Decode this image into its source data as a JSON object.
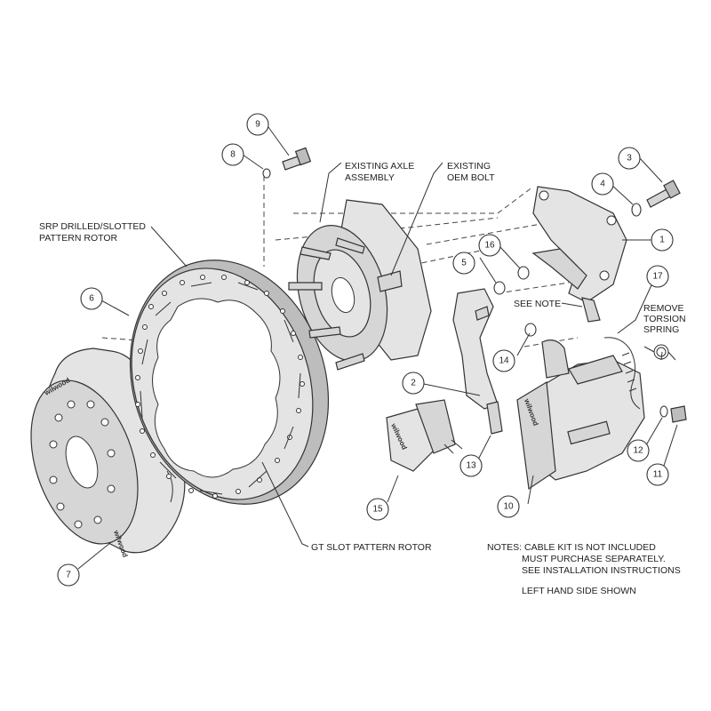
{
  "labels": {
    "axle": [
      "EXISTING AXLE",
      "ASSEMBLY"
    ],
    "oem_bolt": [
      "EXISTING",
      "OEM BOLT"
    ],
    "srp_rotor": [
      "SRP DRILLED/SLOTTED",
      "PATTERN ROTOR"
    ],
    "see_note": "SEE NOTE",
    "remove_spring": [
      "REMOVE",
      "TORSION",
      "SPRING"
    ],
    "gt_rotor": "GT SLOT PATTERN ROTOR",
    "notes": [
      "NOTES: CABLE KIT IS NOT INCLUDED",
      "MUST PURCHASE SEPARATELY.",
      "SEE INSTALLATION INSTRUCTIONS",
      "LEFT HAND SIDE SHOWN"
    ]
  },
  "brand": "wilwood",
  "callouts": [
    "1",
    "2",
    "3",
    "4",
    "5",
    "6",
    "7",
    "8",
    "9",
    "10",
    "11",
    "12",
    "13",
    "14",
    "15",
    "16",
    "17"
  ]
}
